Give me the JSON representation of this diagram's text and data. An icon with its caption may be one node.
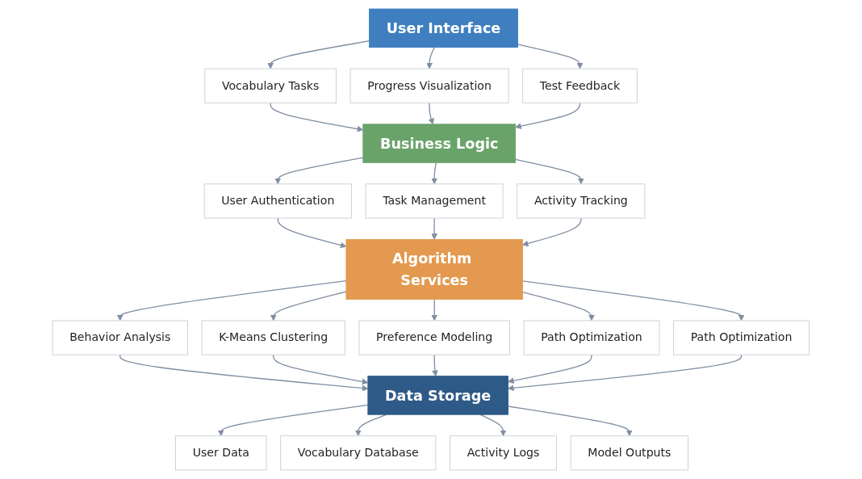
{
  "diagram": {
    "nodes": [
      {
        "text": [
          "User Interface"
        ]
      },
      {
        "text": [
          "Vocabulary Tasks"
        ]
      },
      {
        "text": [
          "Progress Visualization"
        ]
      },
      {
        "text": [
          "Test Feedback"
        ]
      },
      {
        "text": [
          "Business Logic"
        ]
      },
      {
        "text": [
          "User Authentication"
        ]
      },
      {
        "text": [
          "Task Management"
        ]
      },
      {
        "text": [
          "Activity Tracking"
        ]
      },
      {
        "text": [
          "Algorithm Services"
        ]
      },
      {
        "text": [
          "Behavior Analysis"
        ]
      },
      {
        "text": [
          "K-Means Clustering"
        ]
      },
      {
        "text": [
          "Preference Modeling"
        ]
      },
      {
        "text": [
          "Path Optimization"
        ]
      },
      {
        "text": [
          "Path Optimization"
        ]
      },
      {
        "text": [
          "Data Storage"
        ]
      },
      {
        "text": [
          "User Data"
        ]
      },
      {
        "text": [
          "Vocabulary Database"
        ]
      },
      {
        "text": [
          "Activity Logs"
        ]
      },
      {
        "text": [
          "Model Outputs"
        ]
      }
    ],
    "edges": [
      {
        "from": 0,
        "to": 1,
        "arrow": "to"
      },
      {
        "from": 0,
        "to": 2,
        "arrow": "to"
      },
      {
        "from": 0,
        "to": 3,
        "arrow": "to"
      },
      {
        "from": 1,
        "to": 4,
        "arrow": "to"
      },
      {
        "from": 2,
        "to": 4,
        "arrow": "to"
      },
      {
        "from": 3,
        "to": 4,
        "arrow": "to"
      },
      {
        "from": 4,
        "to": 5,
        "arrow": "to"
      },
      {
        "from": 4,
        "to": 6,
        "arrow": "to"
      },
      {
        "from": 4,
        "to": 7,
        "arrow": "to"
      },
      {
        "from": 5,
        "to": 8,
        "arrow": "to"
      },
      {
        "from": 6,
        "to": 8,
        "arrow": "to"
      },
      {
        "from": 7,
        "to": 8,
        "arrow": "to"
      },
      {
        "from": 8,
        "to": 9,
        "arrow": "to"
      },
      {
        "from": 8,
        "to": 10,
        "arrow": "to"
      },
      {
        "from": 8,
        "to": 11,
        "arrow": "to"
      },
      {
        "from": 8,
        "to": 12,
        "arrow": "to"
      },
      {
        "from": 8,
        "to": 13,
        "arrow": "to"
      },
      {
        "from": 9,
        "to": 14,
        "arrow": "to"
      },
      {
        "from": 10,
        "to": 14,
        "arrow": "to"
      },
      {
        "from": 11,
        "to": 14,
        "arrow": "to"
      },
      {
        "from": 12,
        "to": 14,
        "arrow": "to"
      },
      {
        "from": 13,
        "to": 14,
        "arrow": "to"
      },
      {
        "from": 14,
        "to": 15,
        "arrow": "to"
      },
      {
        "from": 14,
        "to": 16,
        "arrow": "to"
      },
      {
        "from": 14,
        "to": 17,
        "arrow": "to"
      },
      {
        "from": 14,
        "to": 18,
        "arrow": "to"
      }
    ]
  }
}
